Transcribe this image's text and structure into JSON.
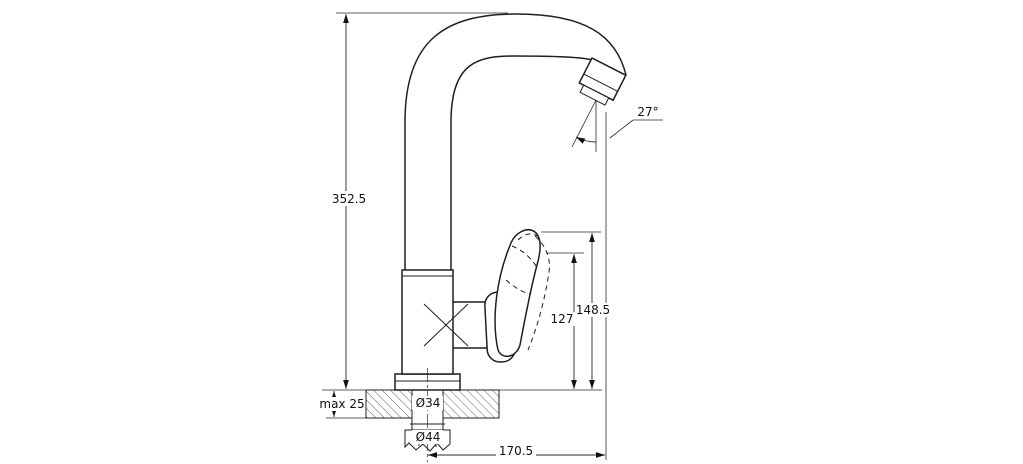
{
  "page": {
    "background": "#ffffff",
    "ink_color": "#1f1f1f"
  },
  "drawing": {
    "subject": "single-lever kitchen faucet technical drawing",
    "labels": {
      "overall_height": "352.5",
      "spout_angle": "27°",
      "handle_height": "148.5",
      "outlet_height": "127",
      "max_mounting_thickness": "max 25",
      "shank_diameter": "Ø34",
      "nut_diameter": "Ø44",
      "spout_reach": "170.5"
    }
  }
}
